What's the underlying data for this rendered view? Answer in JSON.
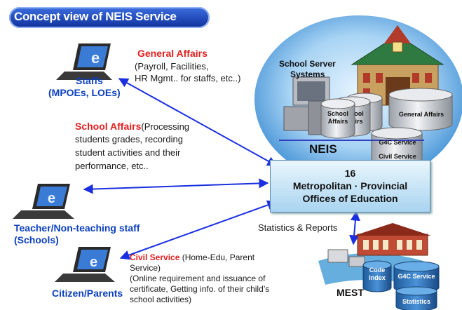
{
  "title": "Concept view of NEIS Service",
  "actors": {
    "staffs": {
      "line1": "Staffs",
      "line2": "(MPOEs, LOEs)"
    },
    "teachers": {
      "line1": "Teacher/Non-teaching staff",
      "line2": "(Schools)"
    },
    "citizens": {
      "line1": "Citizen/Parents"
    }
  },
  "general_affairs": {
    "heading": "General Affairs",
    "lines": [
      "(Payroll, Facilities,",
      "HR Mgmt.. for staffs, etc..)"
    ]
  },
  "school_affairs": {
    "heading": "School Affairs",
    "first_rest": "(Processing",
    "lines": [
      "students grades, recording",
      "student activities and their",
      "performance,  etc.."
    ]
  },
  "civil_service": {
    "heading": "Civil Service",
    "first_rest": " (Home-Edu, Parent",
    "lines": [
      "Service)",
      "(Online requirement and issuance of",
      "certificate, Getting info. of their child’s",
      "school activities)"
    ]
  },
  "school_server": {
    "title_line1": "School Server",
    "title_line2": "Systems"
  },
  "cylinders": {
    "school_affairs": "School\nAffairs",
    "partial_1": "ool\nirs",
    "general_affairs": "General Affairs",
    "g4c_service": "G4C Service",
    "civil_service": "Civil Service",
    "code_index": "Code\nIndex",
    "mest_g4c": "G4C Service",
    "statistics": "Statistics"
  },
  "neis_label": "NEIS",
  "moe_box": "16\nMetropolitan · Provincial\nOffices of Education",
  "stats_label": "Statistics & Reports",
  "mest_label": "MEST",
  "colors": {
    "title_blue": "#0f2f9a",
    "actor_blue": "#0b3fbf",
    "heading_red": "#e01e1e",
    "arrow_blue": "#1a2fe0"
  }
}
